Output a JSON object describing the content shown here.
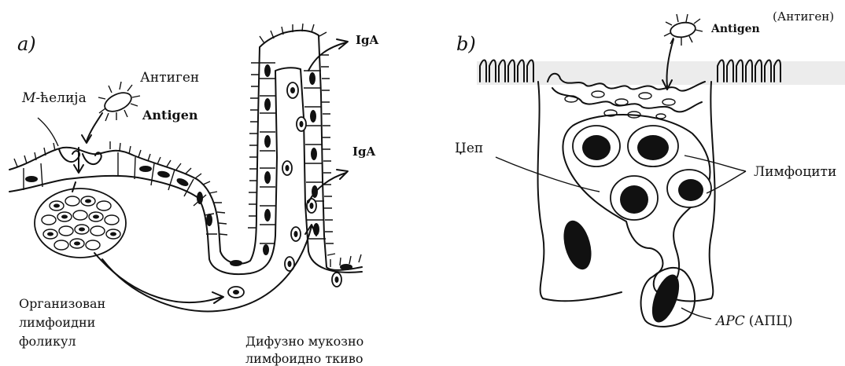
{
  "panel_a": {
    "letter": "a)",
    "antigen_sr": "Антиген",
    "antigen_en": "Antigen",
    "m_cell_prefix": "M",
    "m_cell_rest": "-ћелија",
    "iga_top": "IgA",
    "iga_mid": "IgA",
    "follicle_line1": "Организован",
    "follicle_line2": "лимфоидни",
    "follicle_line3": "фоликул",
    "diffuse_line1": "Дифузно мукозно",
    "diffuse_line2": "лимфоидно ткиво"
  },
  "panel_b": {
    "letter": "b)",
    "antigen_top": "(Антиген)",
    "antigen_en": "Antigen",
    "pocket": "Џеп",
    "lymphocytes": "Лимфоцити",
    "apc_italic": "APC",
    "apc_cyrillic": "(АПЦ)"
  },
  "colors": {
    "ink": "#111111",
    "background": "#ffffff"
  }
}
